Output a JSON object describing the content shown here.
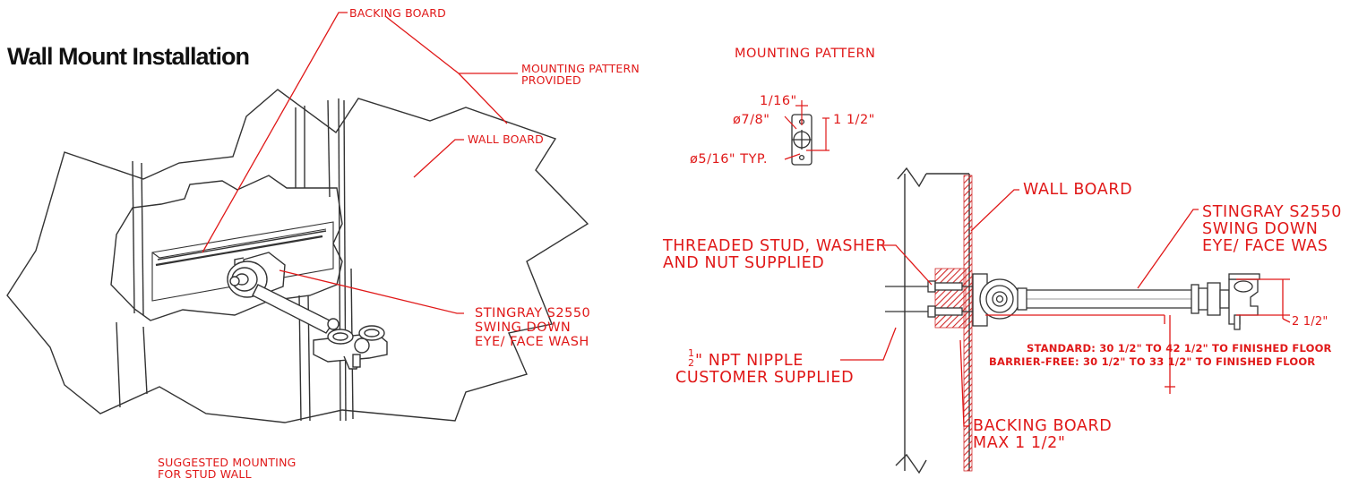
{
  "title": "Wall Mount Installation",
  "colors": {
    "annotation": "#e01818",
    "linework": "#333333",
    "hatch": "#d22b2b"
  },
  "left": {
    "backing_board": "BACKING BOARD",
    "mounting_pattern": [
      "MOUNTING PATTERN",
      "PROVIDED"
    ],
    "wall_board": "WALL BOARD",
    "product": [
      "STINGRAY S2550",
      "SWING DOWN",
      "EYE/ FACE WASH"
    ],
    "caption": [
      "SUGGESTED MOUNTING",
      "FOR STUD WALL"
    ]
  },
  "pattern": {
    "heading": "MOUNTING PATTERN",
    "dim_small": "1/16\"",
    "dim_center": "ø7/8\"",
    "dim_height": "1 1/2\"",
    "dim_holes": "ø5/16\" TYP."
  },
  "right": {
    "wall_board": "WALL BOARD",
    "stud": [
      "THREADED STUD, WASHER",
      "AND NUT SUPPLIED"
    ],
    "product": [
      "STINGRAY S2550",
      "SWING DOWN",
      "EYE/ FACE WAS"
    ],
    "nipple_frac_top": "1",
    "nipple_frac_bottom": "2",
    "nipple": [
      "\" NPT NIPPLE",
      "CUSTOMER SUPPLIED"
    ],
    "offset": "2 1/2\"",
    "standard": "STANDARD: 30 1/2\" TO 42 1/2\"  TO FINISHED FLOOR",
    "barrier_free": "BARRIER-FREE: 30 1/2\" TO 33 1/2\" TO FINISHED FLOOR",
    "backing_board": [
      "BACKING BOARD",
      "MAX 1 1/2\""
    ]
  }
}
